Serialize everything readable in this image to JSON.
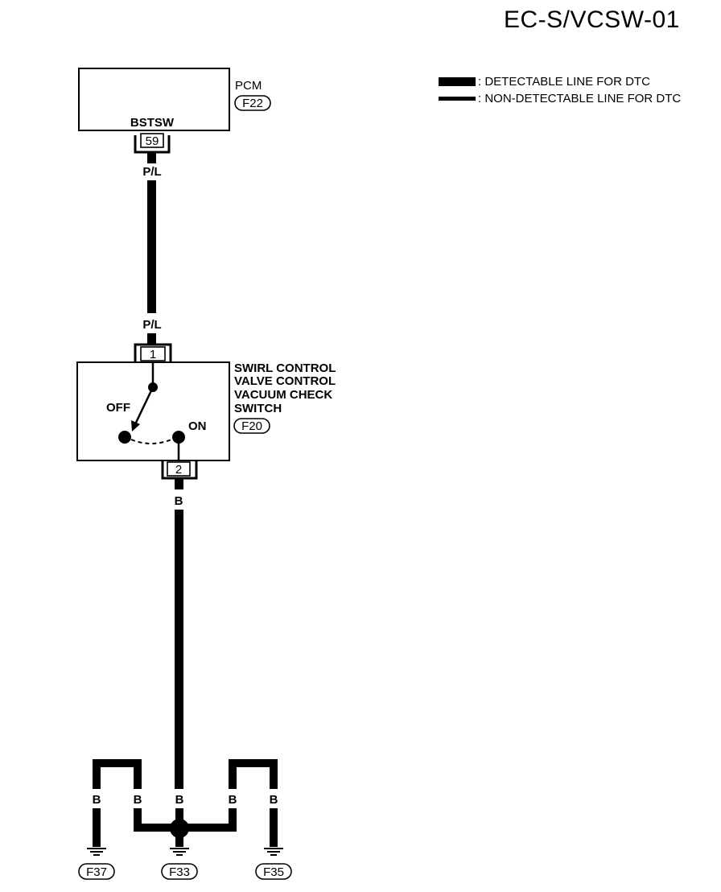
{
  "title": "EC-S/VCSW-01",
  "legend": {
    "detectable": ": DETECTABLE LINE FOR DTC",
    "non_detectable": ": NON-DETECTABLE LINE FOR DTC"
  },
  "pcm": {
    "name": "PCM",
    "connector": "F22",
    "terminal_label": "BSTSW",
    "pin": "59"
  },
  "wire_upper": {
    "color_top": "P/L",
    "color_bottom": "P/L"
  },
  "switch": {
    "name_lines": [
      "SWIRL CONTROL",
      "VALVE CONTROL",
      "VACUUM CHECK",
      "SWITCH"
    ],
    "connector": "F20",
    "pin_top": "1",
    "pin_bottom": "2",
    "off_label": "OFF",
    "on_label": "ON"
  },
  "wire_lower": {
    "color": "B"
  },
  "grounds": {
    "branch_labels": [
      "B",
      "B",
      "B",
      "B",
      "B"
    ],
    "connectors": [
      "F37",
      "F33",
      "F35"
    ]
  }
}
